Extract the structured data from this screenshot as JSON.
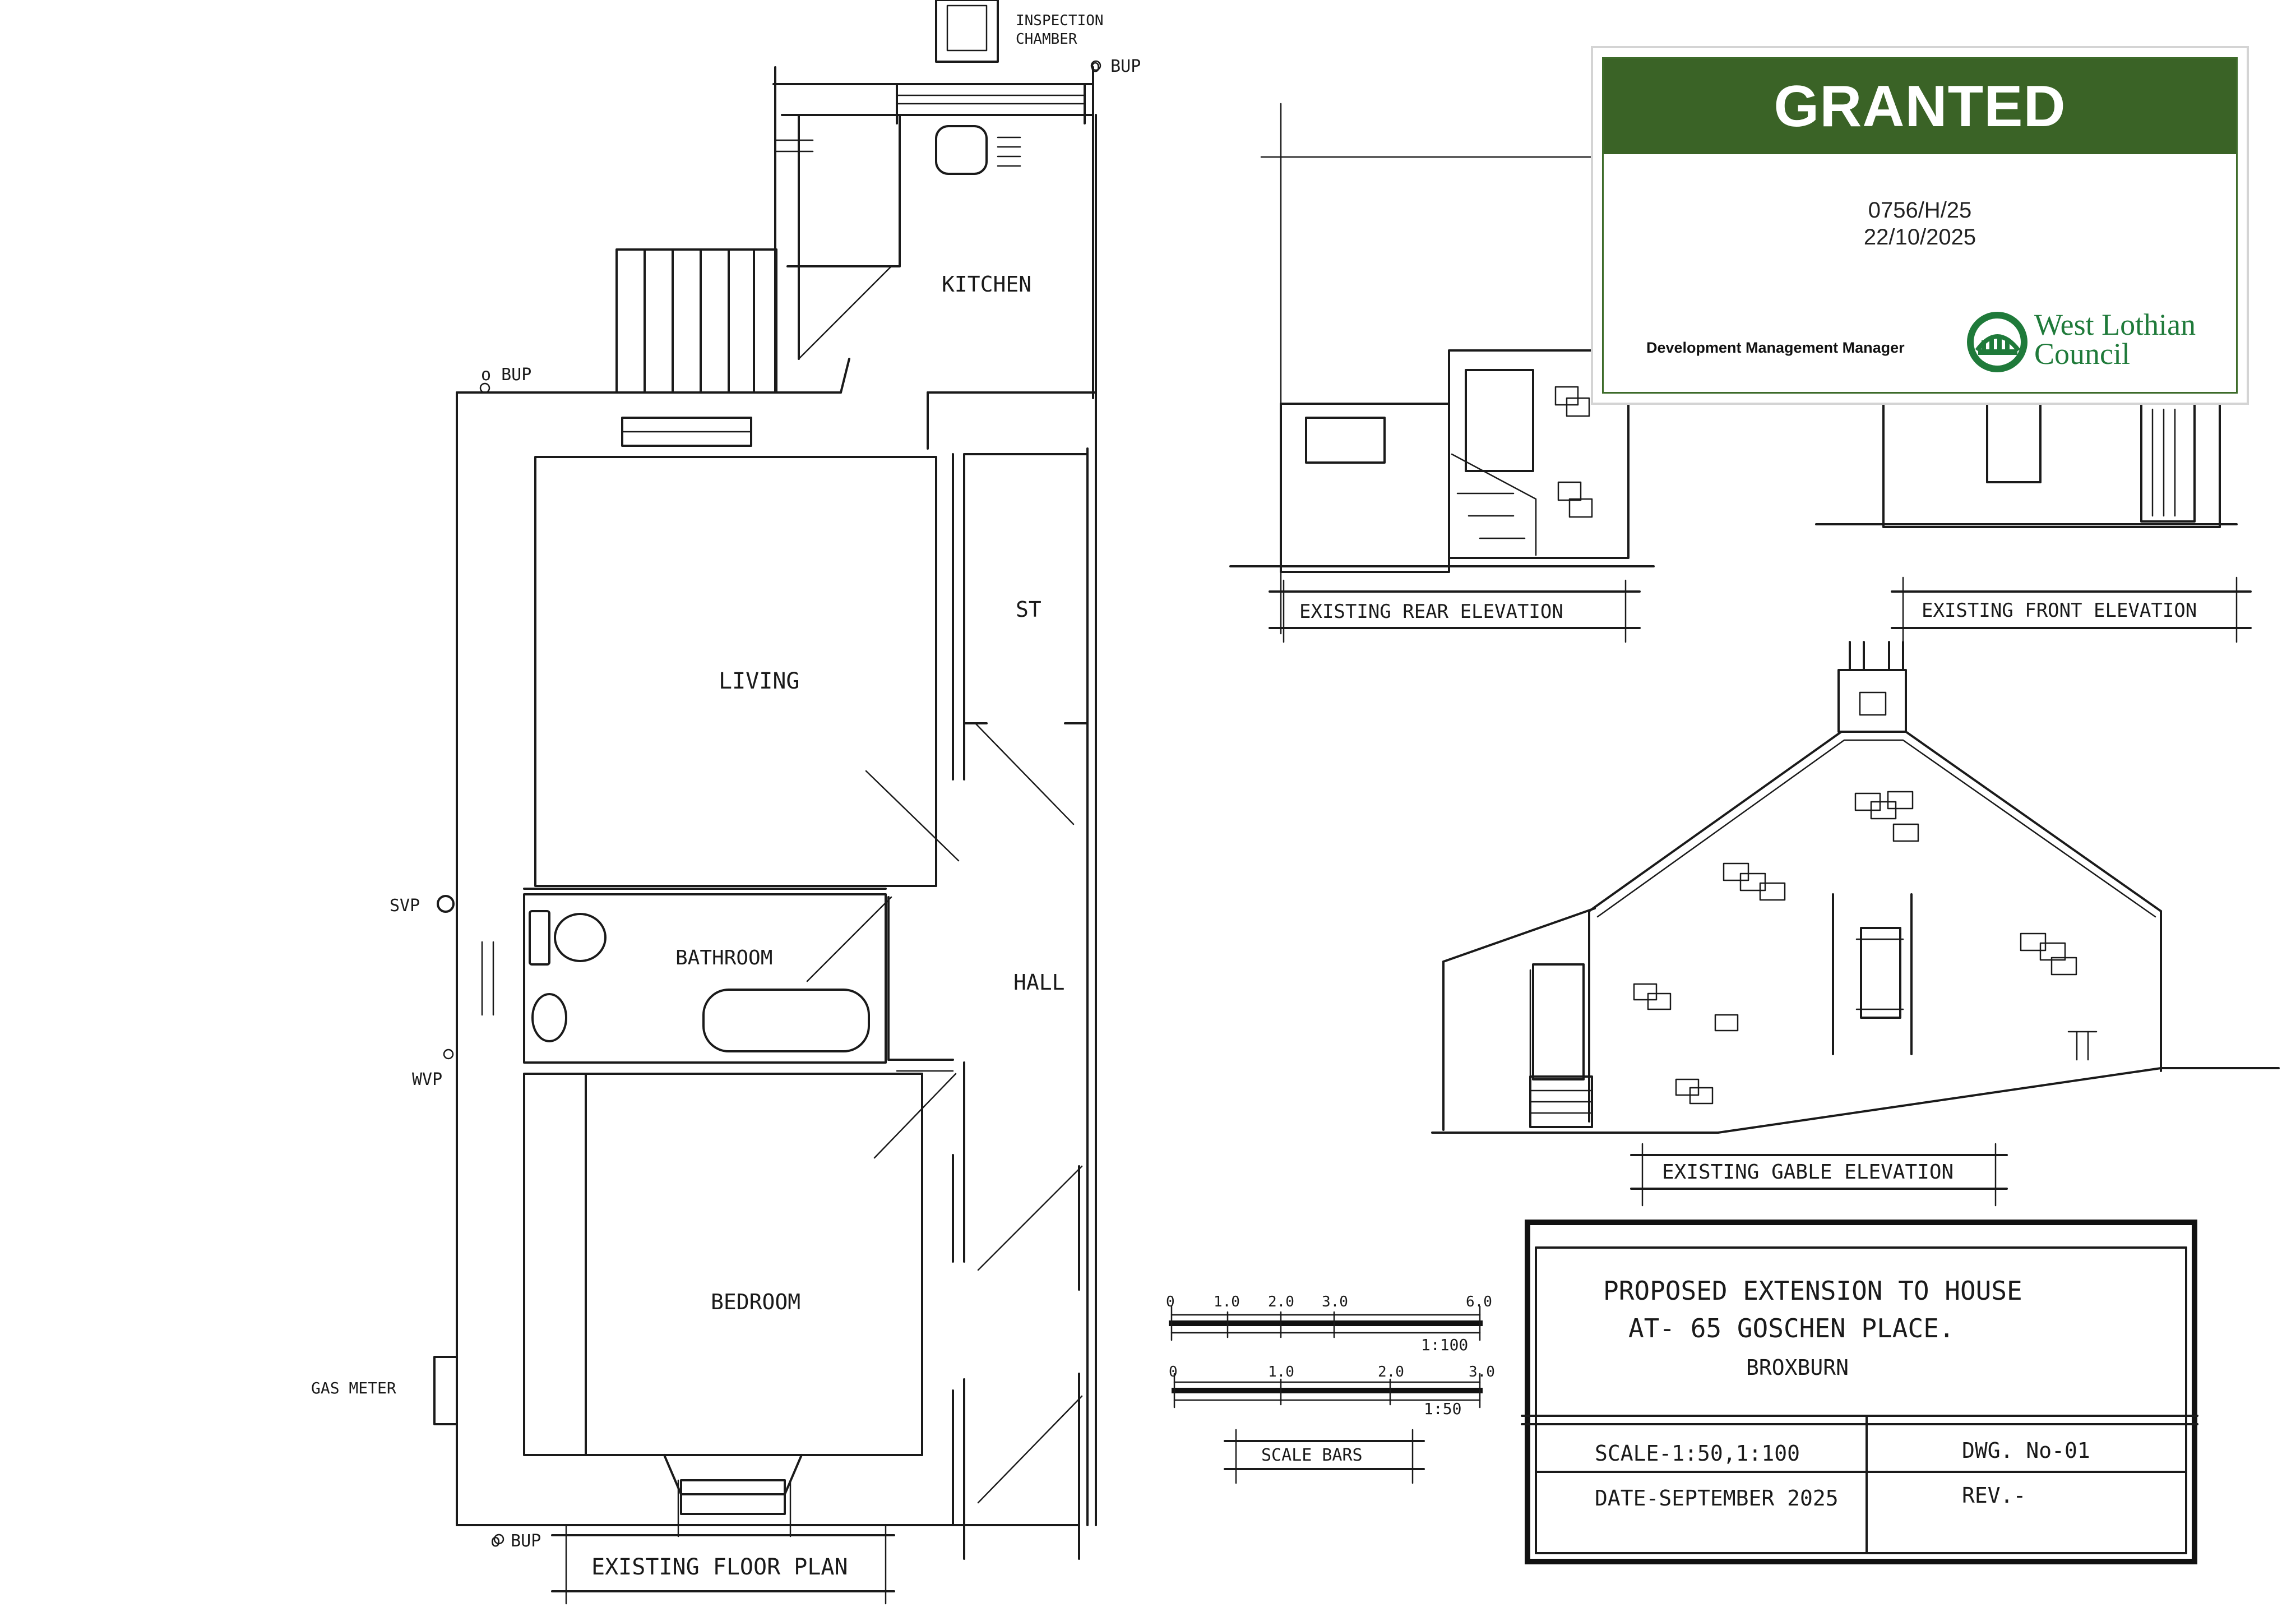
{
  "plan_labels": {
    "inspection_chamber_line1": "INSPECTION",
    "inspection_chamber_line2": "CHAMBER",
    "bup_top": "o BUP",
    "bup_left": "o BUP",
    "bup_bottom": "o BUP",
    "kitchen": "KITCHEN",
    "living": "LIVING",
    "st": "ST",
    "svp": "SVP",
    "bathroom": "BATHROOM",
    "hall": "HALL",
    "wvp": "WVP",
    "bedroom": "BEDROOM",
    "gas_meter": "GAS METER",
    "floor_plan_title": "EXISTING FLOOR PLAN"
  },
  "elevation_labels": {
    "rear": "EXISTING REAR ELEVATION",
    "front": "EXISTING FRONT ELEVATION",
    "gable": "EXISTING GABLE ELEVATION"
  },
  "scale_bars": {
    "bar1_ticks": [
      "0",
      "1.0",
      "2.0",
      "3.0",
      "6.0"
    ],
    "bar1_scale": "1:100",
    "bar2_ticks": [
      "0",
      "1.0",
      "2.0",
      "3.0"
    ],
    "bar2_scale": "1:50",
    "title": "SCALE BARS"
  },
  "title_block": {
    "line1": "PROPOSED EXTENSION TO HOUSE",
    "line2": "AT- 65 GOSCHEN PLACE.",
    "line3": "BROXBURN",
    "scale": "SCALE-1:50,1:100",
    "drawing_no": "DWG. No-01",
    "date": "DATE-SEPTEMBER 2025",
    "rev": "REV.-"
  },
  "stamp": {
    "status": "GRANTED",
    "reference": "0756/H/25",
    "date": "22/10/2025",
    "officer": "Development Management Manager",
    "council_line1": "West Lothian",
    "council_line2": "Council",
    "logo_icon": "west-lothian-council-crest",
    "color_banner": "#3a6326",
    "color_logo": "#1f7a3a"
  }
}
